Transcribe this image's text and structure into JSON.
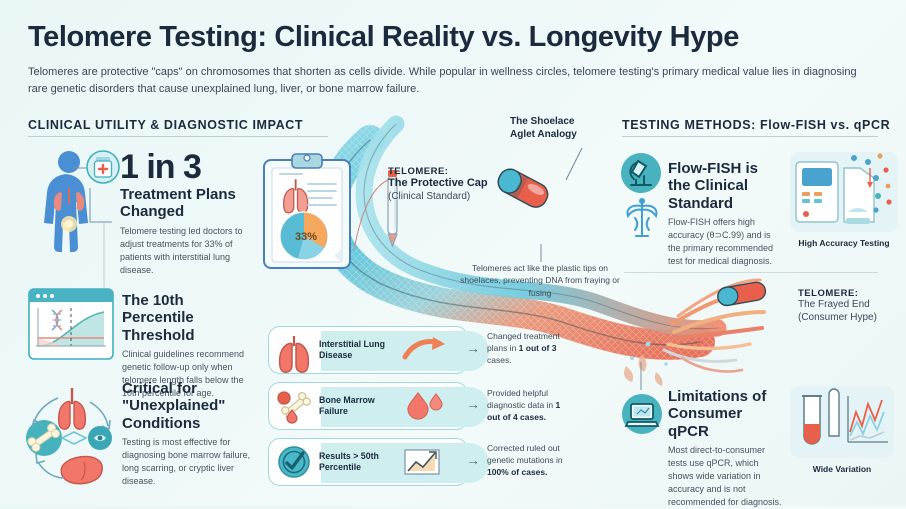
{
  "header": {
    "title": "Telomere Testing: Clinical Reality vs. Longevity Hype",
    "subtitle": "Telomeres are protective \"caps\" on chromosomes that shorten as cells divide. While popular in wellness circles, telomere testing's primary medical value lies in diagnosing rare genetic disorders that cause unexplained lung, liver, or bone marrow failure."
  },
  "sections": {
    "left_header": "CLINICAL UTILITY & DIAGNOSTIC IMPACT",
    "right_header": "TESTING METHODS: Flow-FISH vs. qPCR"
  },
  "left_column": {
    "stat": {
      "value": "1 in 3",
      "heading": "Treatment Plans Changed",
      "body": "Telomere testing led doctors to adjust treatments for 33% of patients with interstitial lung disease.",
      "icon": "human-body-lungs-icon",
      "badge_icon": "medicine-bottle-icon"
    },
    "blocks": [
      {
        "heading": "The 10th Percentile Threshold",
        "body": "Clinical guidelines recommend genetic follow-up only when telomere length falls below the 10th percentile for age.",
        "icon": "dna-growth-chart-window-icon"
      },
      {
        "heading": "Critical for \"Unexplained\" Conditions",
        "body": "Testing is most effective for diagnosing bone marrow failure, long scarring, or cryptic liver disease.",
        "icon": "organs-cycle-icon"
      }
    ]
  },
  "center": {
    "clipboard": {
      "icon": "clipboard-report-icon",
      "chart_label": "33%"
    },
    "callout_telomere_cap": {
      "caption": "TELOMERE:",
      "line1": "The Protective Cap",
      "line2": "(Clinical Standard)"
    },
    "callout_shoelace": {
      "line1": "The Shoelace",
      "line2": "Aglet Analogy"
    },
    "annotation": "Telomeres act like the plastic tips on shoelaces, preventing DNA from fraying or fusing",
    "cards": [
      {
        "label": "Interstitial Lung Disease",
        "icon": "lungs-icon",
        "pill_icon": "orange-arrow-icon",
        "result_prefix": "Changed treatment plans in ",
        "result_strong": "1 out of 3",
        "result_suffix": " cases."
      },
      {
        "label": "Bone Marrow Failure",
        "icon": "bone-blood-icon",
        "pill_icon": "blood-drops-icon",
        "result_prefix": "Provided helpful diagnostic data in ",
        "result_strong": "1 out of 4 cases.",
        "result_suffix": ""
      },
      {
        "label": "Results > 50th Percentile",
        "icon": "check-circle-icon",
        "pill_icon": "line-chart-icon",
        "result_prefix": "Corrected ruled out genetic mutations in ",
        "result_strong": "100% of cases.",
        "result_suffix": ""
      }
    ]
  },
  "right_column": {
    "flow_fish": {
      "heading": "Flow-FISH is the Clinical Standard",
      "body": "Flow-FISH offers high accuracy (θ⊃C.99) and is the primary recommended test for medical diagnosis.",
      "icon": "microscope-icon",
      "secondary_icon": "caduceus-icon",
      "tile_caption": "High Accuracy Testing",
      "tile_icon": "lab-analyzer-machine-icon"
    },
    "callout_frayed": {
      "caption": "TELOMERE:",
      "line1": "The Frayed End",
      "line2": "(Consumer Hype)"
    },
    "qpcr": {
      "heading": "Limitations of Consumer qPCR",
      "body": "Most direct-to-consumer tests use qPCR, which shows wide variation in accuracy and is not recommended for diagnosis.",
      "icon": "laptop-icon",
      "tile_caption": "Wide Variation",
      "tile_icon": "test-tube-variation-chart-icon"
    }
  },
  "colors": {
    "teal": "#3fb0bd",
    "teal_dark": "#2e96a4",
    "coral": "#ee7a5f",
    "red": "#e8604c",
    "ink": "#1b2a3d",
    "pale": "#cfeef0"
  }
}
